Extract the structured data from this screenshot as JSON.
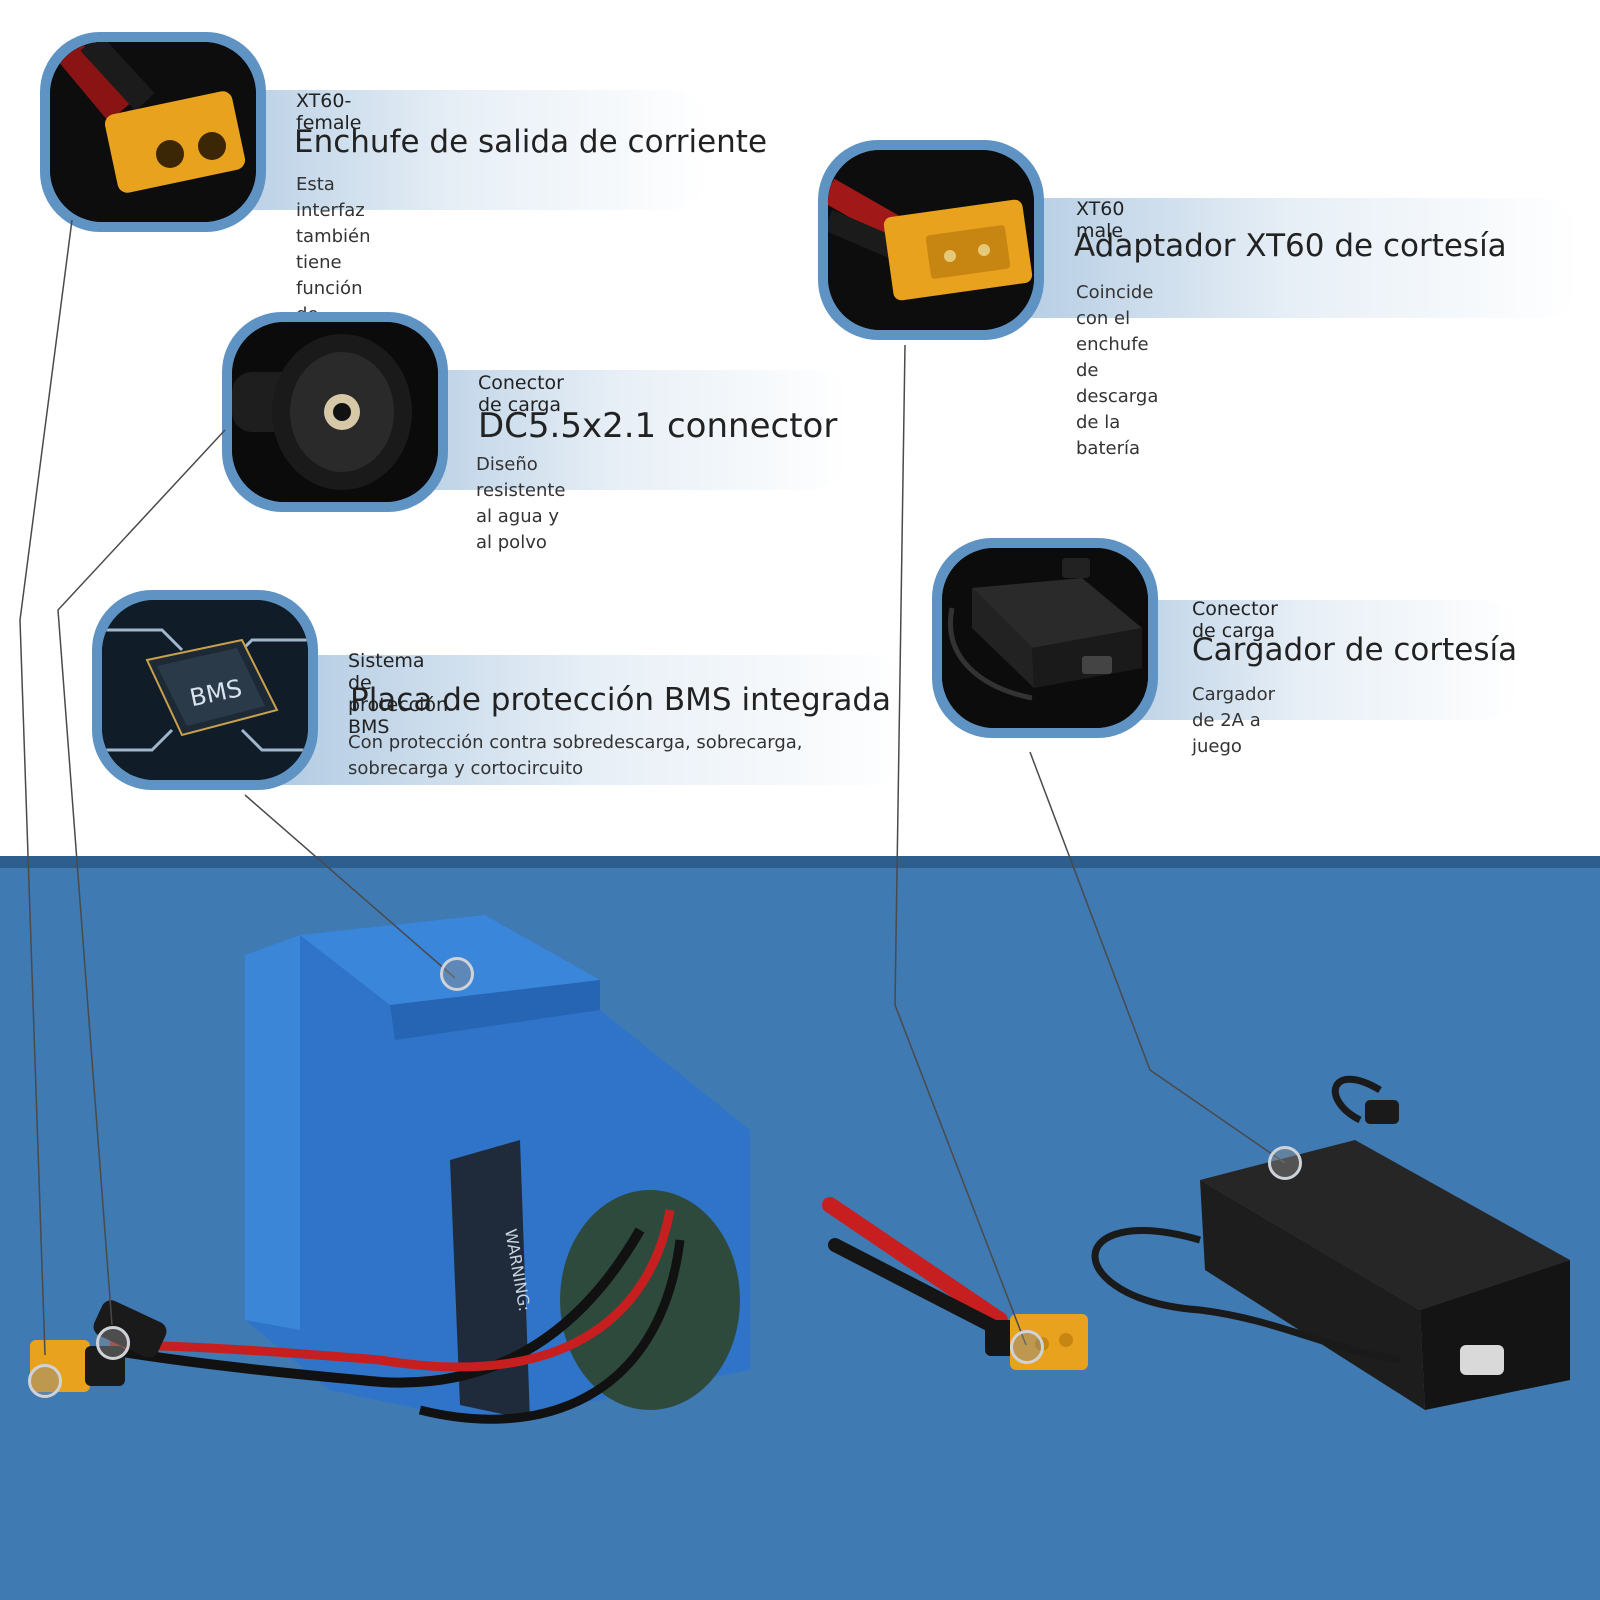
{
  "callouts": [
    {
      "id": "xt60-female",
      "small": "XT60-female",
      "title": "Enchufe de salida de corriente",
      "desc": "Esta interfaz también tiene función de carga"
    },
    {
      "id": "xt60-male",
      "small": "XT60 male",
      "title": "Adaptador XT60 de cortesía",
      "desc": "Coincide con el enchufe de descarga de la batería"
    },
    {
      "id": "dc-connector",
      "small": "Conector de carga",
      "title": "DC5.5x2.1 connector",
      "desc": "Diseño resistente al agua y al polvo"
    },
    {
      "id": "charger",
      "small": "Conector de carga",
      "title": "Cargador de cortesía",
      "desc": "Cargador de 2A a juego"
    },
    {
      "id": "bms",
      "small": "Sistema de protección BMS",
      "title": "Placa de protección BMS integrada",
      "desc": "Con protección contra sobredescarga, sobrecarga, sobrecarga y cortocircuito"
    }
  ],
  "bms_chip_text": "BMS",
  "battery_label_text": "WARNING:",
  "colors": {
    "background_bottom": "#3f7ab3",
    "bubble_frame": "#5f93c4",
    "connector_yellow": "#e8a21e",
    "battery_blue": "#2f74c9"
  }
}
